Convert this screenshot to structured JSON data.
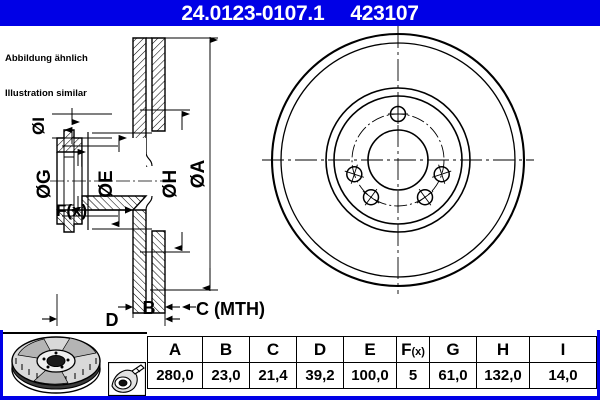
{
  "header": {
    "part_number": "24.0123-0107.1",
    "article_number": "423107",
    "brand_color": "#0000E6",
    "text_color": "#FFFFFF"
  },
  "caption": {
    "line_de": "Abbildung ähnlich",
    "line_en": "Illustration similar"
  },
  "drawing": {
    "title": "Brake disc technical drawing",
    "section_view_labels": [
      {
        "id": "dia-I",
        "text": "ØI"
      },
      {
        "id": "dia-G",
        "text": "ØG"
      },
      {
        "id": "dia-E",
        "text": "ØE"
      },
      {
        "id": "dia-H",
        "text": "ØH"
      },
      {
        "id": "dia-A",
        "text": "ØA"
      },
      {
        "id": "force",
        "text": "F(x)"
      },
      {
        "id": "dim-B",
        "text": "B"
      },
      {
        "id": "dim-C",
        "text": "C (MTH)"
      },
      {
        "id": "dim-D",
        "text": "D"
      }
    ],
    "front_view": {
      "bolt_hole_count": 5,
      "circles": [
        "outer-rim",
        "friction-ring-outer",
        "friction-ring-inner",
        "hat-outer",
        "hub-bore"
      ],
      "centerline": "dash-dot"
    }
  },
  "table": {
    "headers": [
      "A",
      "B",
      "C",
      "D",
      "E",
      "F(x)",
      "G",
      "H",
      "I"
    ],
    "values": [
      "280,0",
      "23,0",
      "21,4",
      "39,2",
      "100,0",
      "5",
      "61,0",
      "132,0",
      "14,0"
    ],
    "fx_header_main": "F",
    "fx_header_sub": "(x)"
  },
  "thumbnails": [
    {
      "name": "brake-disc-photo",
      "alt": "Ventilated brake disc product photo"
    },
    {
      "name": "installation-diagram",
      "alt": "Brake disc installation position diagram"
    }
  ]
}
